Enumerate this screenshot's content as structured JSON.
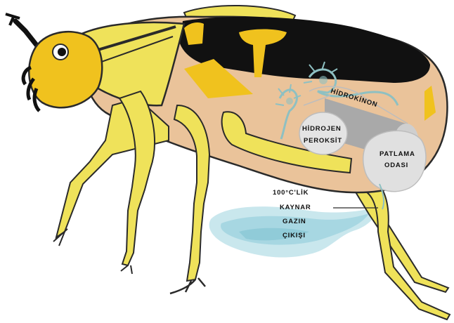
{
  "labels": {
    "hydroquinone": "HİDROKİNON",
    "peroxide_line1": "HİDROJEN",
    "peroxide_line2": "PEROKSİT",
    "chamber_line1": "PATLAMA",
    "chamber_line2": "ODASI",
    "gas_line1": "100°C'LİK",
    "gas_line2": "KAYNAR",
    "gas_line3": "GAZIN",
    "gas_line4": "ÇIKIŞI"
  },
  "colors": {
    "body": "#eac39a",
    "yellow": "#efe25a",
    "gold": "#f0c21e",
    "black": "#111111",
    "reservoir": "#d6d6d6",
    "reservoir_dark": "#a9a9a9",
    "spray": "#9fd3df",
    "gland": "#8ec0c2",
    "outline": "#2a2a2a"
  },
  "icons": {
    "subject": "bombardier-beetle-illustration"
  }
}
